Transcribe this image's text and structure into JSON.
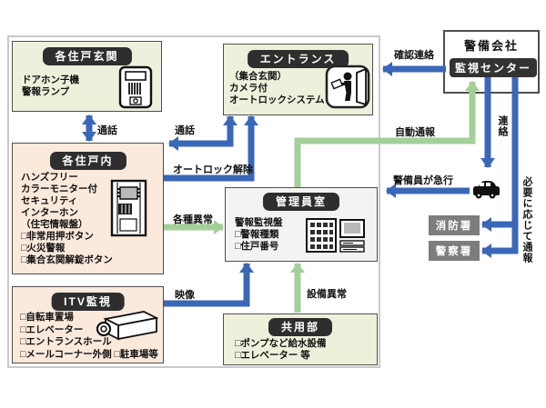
{
  "diagram": {
    "boxes": {
      "unit_entrance": {
        "title": "各住戸玄関",
        "lines": [
          "ドアホン子機",
          "警報ランプ"
        ]
      },
      "entrance": {
        "title": "エントランス",
        "lines": [
          "（集合玄関）",
          "カメラ付",
          "オートロックシステム"
        ]
      },
      "unit_interior": {
        "title": "各住戸内",
        "lines": [
          "ハンズフリー",
          "カラーモニター付",
          "セキュリティ",
          "インターホン",
          "（住宅情報盤）",
          "□非常用押ボタン",
          "□火災警報",
          "□集合玄関解錠ボタン"
        ]
      },
      "manager_room": {
        "title": "管理員室",
        "lines": [
          "警報監視盤",
          "□警報種類",
          "□住戸番号"
        ]
      },
      "itv": {
        "title": "ITV監視",
        "lines": [
          "□自転車置場",
          "□エレベーター",
          "□エントランスホール",
          "□メールコーナー外側 □駐車場等"
        ]
      },
      "common_area": {
        "title": "共用部",
        "lines": [
          "□ポンプなど給水設備",
          "□エレベーター 等"
        ]
      },
      "security_company": {
        "title": "警備会社",
        "center": "監視センター"
      },
      "fire_station": {
        "title": "消防署"
      },
      "police_station": {
        "title": "警察署"
      }
    },
    "arrow_labels": {
      "talk1": "通話",
      "talk2": "通話",
      "autolock": "オートロック解除",
      "various_alarm": "各種異常",
      "video": "映像",
      "equipment_alarm": "設備異常",
      "auto_report": "自動通報",
      "confirm": "確認連絡",
      "guard_rush": "警備員が急行",
      "contact": "連絡",
      "as_needed": "必要に応じて通報"
    },
    "icons": {
      "doorphone": "doorphone-icon",
      "intercom": "intercom-panel-icon",
      "entrance": "person-at-door-icon",
      "alarm_panel": "alarm-panel-monitor-icon",
      "camera": "cctv-camera-icon",
      "car": "security-car-icon"
    },
    "colors": {
      "arrow_blue": "#3a67b8",
      "arrow_green": "#a3cf98",
      "box_yellow": "#eef0dc",
      "box_pink": "#fbe9dc",
      "box_gray": "#f3f3f3",
      "header_dark": "#2e2e2e",
      "station_gray": "#7d7d7d"
    }
  }
}
